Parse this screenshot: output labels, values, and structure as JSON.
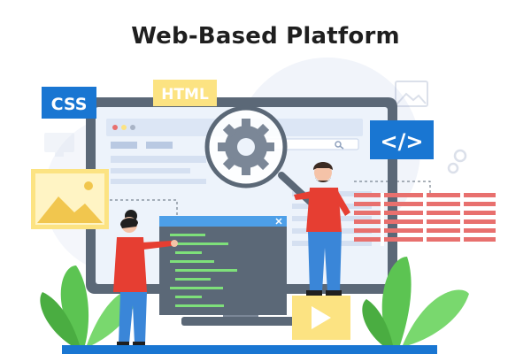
{
  "title": "Web-Based Platform",
  "badges": {
    "css": "CSS",
    "html": "HTML",
    "code": "</>"
  },
  "colors": {
    "blue": "#1976d2",
    "yellow": "#fce382",
    "monitor_frame": "#5b6877",
    "screen_bg": "#edf3fb",
    "red_bar": "#e8706e",
    "green_plant": "#5cc452",
    "person_red": "#e63e32",
    "person_blue": "#3a86d8"
  },
  "icons": [
    "gear-icon",
    "magnifier-icon",
    "play-icon",
    "image-icon",
    "code-icon"
  ]
}
